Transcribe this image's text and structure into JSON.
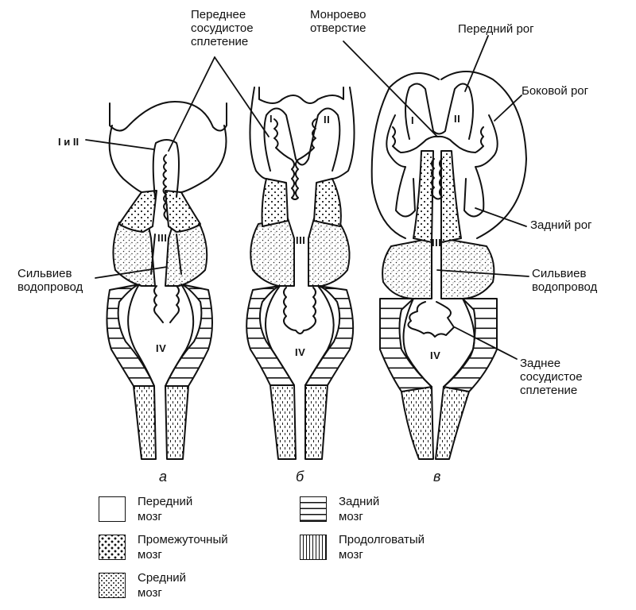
{
  "labels": {
    "anterior_plexus": [
      "Переднее",
      "сосудистое",
      "сплетение"
    ],
    "monro_foramen": [
      "Монроево",
      "отверстие"
    ],
    "anterior_horn": "Передний рог",
    "lateral_horn": "Боковой рог",
    "ventricles_1_2": "I и II",
    "sylvian_aqueduct_left": [
      "Сильвиев",
      "водопровод"
    ],
    "posterior_horn": "Задний рог",
    "sylvian_aqueduct_right": [
      "Сильвиев",
      "водопровод"
    ],
    "posterior_plexus": [
      "Заднее",
      "сосудистое",
      "сплетение"
    ]
  },
  "ventricle_numerals": {
    "a_ventricle_3": "III",
    "a_ventricle_4": "IV",
    "b_ventricle_1": "I",
    "b_ventricle_2": "II",
    "b_ventricle_3": "III",
    "b_ventricle_4": "IV",
    "c_ventricle_1": "I",
    "c_ventricle_2": "II",
    "c_ventricle_3": "III",
    "c_ventricle_4": "IV"
  },
  "stages": [
    "а",
    "б",
    "в"
  ],
  "legend": [
    {
      "pattern": "blank",
      "line1": "Передний",
      "line2": "мозг"
    },
    {
      "pattern": "crosses",
      "line1": "Промежуточный",
      "line2": "мозг"
    },
    {
      "pattern": "fine-dots",
      "line1": "Средний",
      "line2": "мозг"
    },
    {
      "pattern": "horizontal-stripes",
      "line1": "Задний",
      "line2": "мозг"
    },
    {
      "pattern": "vertical-dashes",
      "line1": "Продолговатый",
      "line2": "мозг"
    }
  ]
}
